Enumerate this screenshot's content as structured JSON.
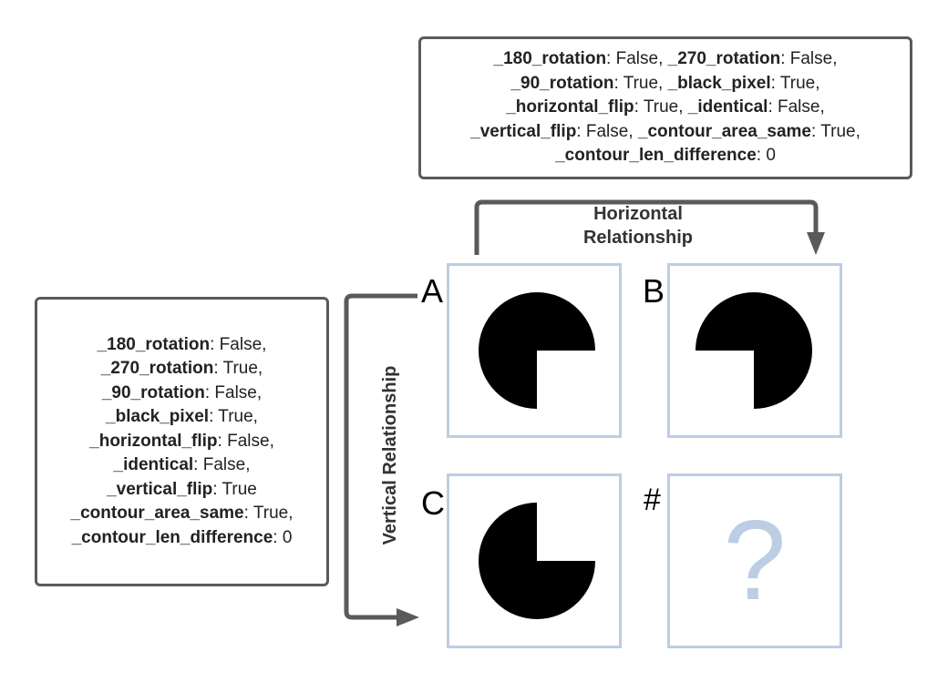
{
  "horizontal_relationship": {
    "label": "Horizontal Relationship",
    "properties": [
      {
        "key": "_180_rotation",
        "value": "False,"
      },
      {
        "key": "_270_rotation",
        "value": "False,"
      },
      {
        "key": "_90_rotation",
        "value": "True,"
      },
      {
        "key": "_black_pixel",
        "value": "True,"
      },
      {
        "key": "_horizontal_flip",
        "value": "True,"
      },
      {
        "key": "_identical",
        "value": "False,"
      },
      {
        "key": "_vertical_flip",
        "value": "False,"
      },
      {
        "key": "_contour_area_same",
        "value": "True,"
      },
      {
        "key": "_contour_len_difference",
        "value": "0"
      }
    ]
  },
  "vertical_relationship": {
    "label": "Vertical Relationship",
    "properties": [
      {
        "key": "_180_rotation",
        "value": "False,"
      },
      {
        "key": "_270_rotation",
        "value": "True,"
      },
      {
        "key": "_90_rotation",
        "value": "False,"
      },
      {
        "key": "_black_pixel",
        "value": "True,"
      },
      {
        "key": "_horizontal_flip",
        "value": "False,"
      },
      {
        "key": "_identical",
        "value": "False,"
      },
      {
        "key": "_vertical_flip",
        "value": "True"
      },
      {
        "key": "_contour_area_same",
        "value": "True,"
      },
      {
        "key": "_contour_len_difference",
        "value": "0"
      }
    ]
  },
  "cells": {
    "a": {
      "label": "A",
      "missing_quadrant": "bottom-right"
    },
    "b": {
      "label": "B",
      "missing_quadrant": "bottom-left"
    },
    "c": {
      "label": "C",
      "missing_quadrant": "top-right"
    },
    "q": {
      "label": "#",
      "content": "?"
    }
  },
  "colors": {
    "box_border": "#5a5a5a",
    "cell_border": "#bccde4",
    "arrow": "#5a5a5a",
    "shape_fill": "#000000",
    "question_mark": "#bccde4"
  }
}
